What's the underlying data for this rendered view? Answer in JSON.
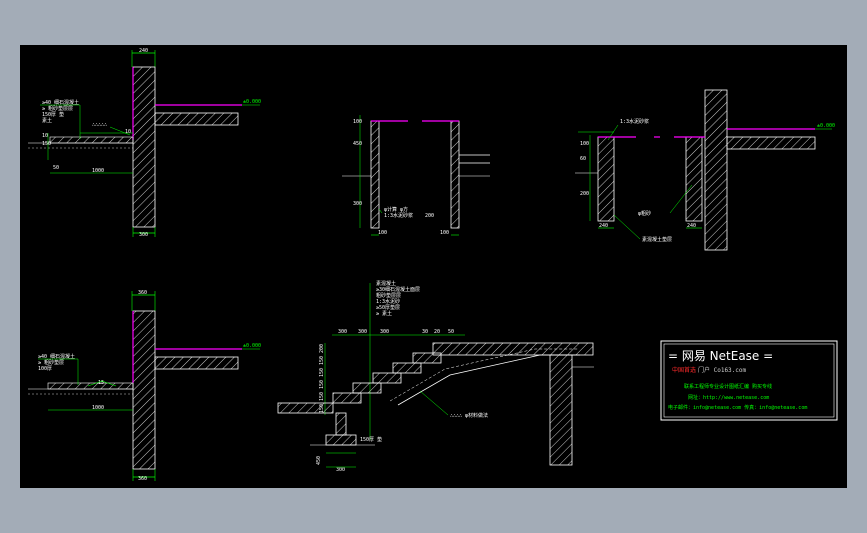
{
  "details": {
    "d1": {
      "dim_top": "240",
      "dim_bottom": "300",
      "dim_left_1": "10",
      "dim_left_2": "50",
      "dim_left_3": "150",
      "dim_bottom_width": "1000",
      "dim_small": "10",
      "note_1": "≥40 细石混凝土",
      "note_2": "≥ 粗砂垫层层",
      "note_3": "150厚 垫",
      "note_4": "素土",
      "note_5": "∴∴∴∴∴",
      "level": "±0.000"
    },
    "d2": {
      "dim_a": "100",
      "dim_b": "450",
      "dim_c": "300",
      "dim_bottom_l": "100",
      "dim_bottom_r": "100",
      "note_1": "φ计算 φ方",
      "note_2": "1:3水泥砂浆",
      "dim_d": "200"
    },
    "d3": {
      "dim_a": "100",
      "dim_b": "60",
      "dim_c": "200",
      "dim_bottom_l": "240",
      "dim_bottom_r": "240",
      "note_1": "1:3水泥砂浆",
      "note_2": "φ粗砂",
      "note_3": "素混凝土垫层",
      "level": "±0.000"
    },
    "d4": {
      "dim_top": "360",
      "dim_bottom": "360",
      "dim_small": "15",
      "dim_bottom_width": "1000",
      "note_1": "≥40 细石混凝土",
      "note_2": "≥ 粗砂垫层",
      "note_3": "100厚",
      "level": "±0.000"
    },
    "d5": {
      "note_1": "素混凝土",
      "note_2": "≥30细石混凝土面层",
      "note_3": "粗砂垫层层",
      "note_4": "1:3水泥砂",
      "note_5": "≥50厚垫层",
      "note_6": "≥ 素土",
      "dims_top": [
        "300",
        "300",
        "300",
        "30",
        "20",
        "50"
      ],
      "dims_left": [
        "150",
        "150",
        "150",
        "150",
        "150",
        "200"
      ],
      "note_7": "∴∴∴∴ φ材料做法",
      "note_8": "150厚 垫",
      "dim_base": "300",
      "dim_depth": "450"
    }
  },
  "title_block": {
    "title": "=  网易 NetEase  =",
    "line1_a": "中国首选",
    "line1_b": "门户      Co163.com",
    "line2": "联系工程师专业设计图纸汇编 购买专线",
    "line3": "网址：http://www.netease.com",
    "line4": "电子邮件：info@netease.com  传真：info@netease.com"
  }
}
